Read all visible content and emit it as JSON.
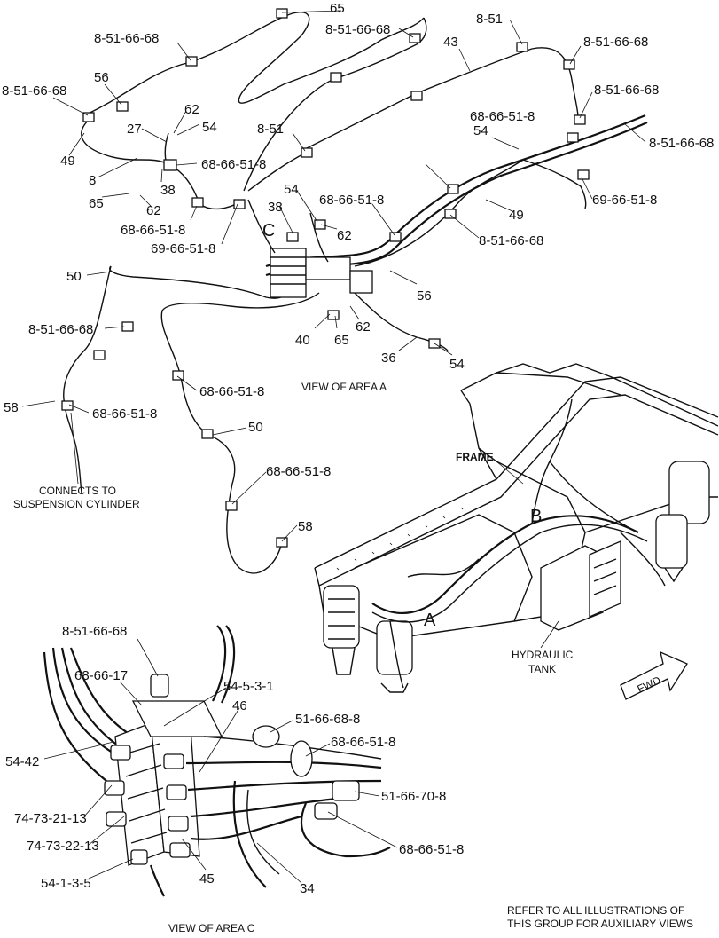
{
  "diagram": {
    "view_a_caption": "VIEW OF AREA  A",
    "view_c_caption": "VIEW OF AREA C",
    "refer_note_line1": "REFER TO ALL ILLUSTRATIONS OF",
    "refer_note_line2": "THIS GROUP FOR AUXILIARY VIEWS",
    "connects_line1": "CONNECTS TO",
    "connects_line2": "SUSPENSION CYLINDER",
    "frame_label": "FRAME",
    "hydraulic_line1": "HYDRAULIC",
    "hydraulic_line2": "TANK",
    "fwd_label": "FWD",
    "area_a": "A",
    "area_b": "B",
    "area_c": "C"
  },
  "callouts_a": [
    "65",
    "8-51-66-68",
    "8-51",
    "43",
    "8-51-66-68",
    "8-51-66-68",
    "56",
    "8-51-66-68",
    "8-51-66-68",
    "62",
    "27",
    "54",
    "68-66-51-8",
    "8-51-66-68",
    "8-51",
    "54",
    "49",
    "68-66-51-8",
    "8",
    "38",
    "65",
    "62",
    "68-66-51-8",
    "69-66-51-8",
    "54",
    "68-66-51-8",
    "49",
    "38",
    "62",
    "69-66-51-8",
    "8-51-66-68",
    "C",
    "50",
    "56",
    "8-51-66-68",
    "62",
    "40",
    "65",
    "36",
    "54",
    "68-66-51-8",
    "58",
    "68-66-51-8",
    "50",
    "68-66-51-8",
    "58"
  ],
  "callouts_c": [
    "8-51-66-68",
    "68-66-17",
    "54-5-3-1",
    "46",
    "51-66-68-8",
    "68-66-51-8",
    "54-42",
    "51-66-70-8",
    "74-73-21-13",
    "74-73-22-13",
    "68-66-51-8",
    "54-1-3-5",
    "45",
    "34"
  ]
}
